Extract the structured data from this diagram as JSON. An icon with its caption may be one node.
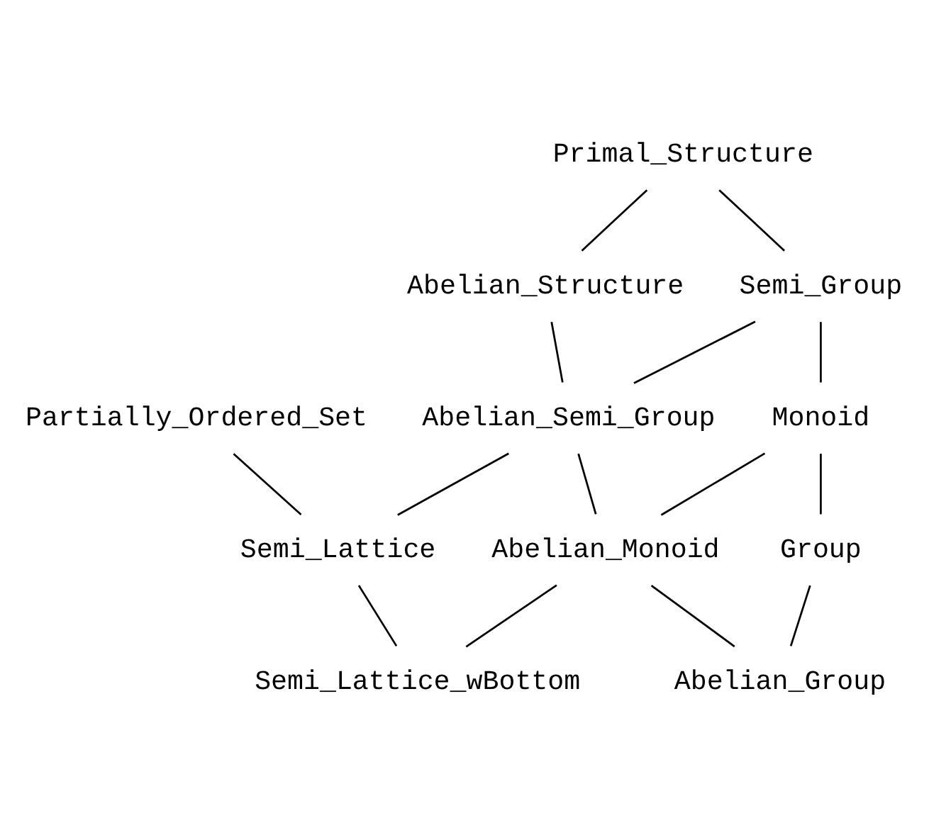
{
  "diagram": {
    "nodes": [
      {
        "text": [
          "Primal_Structure"
        ]
      },
      {
        "text": [
          "Partially_Ordered_Set"
        ]
      },
      {
        "text": [
          "Abelian_Structure"
        ]
      },
      {
        "text": [
          "Semi_Group"
        ]
      },
      {
        "text": [
          "Abelian_Semi_Group"
        ]
      },
      {
        "text": [
          "Monoid"
        ]
      },
      {
        "text": [
          "Semi_Lattice"
        ]
      },
      {
        "text": [
          "Abelian_Monoid"
        ]
      },
      {
        "text": [
          "Group"
        ]
      },
      {
        "text": [
          "Semi_Lattice_wBottom"
        ]
      },
      {
        "text": [
          "Abelian_Group"
        ]
      }
    ],
    "edges": [
      {
        "from": 0,
        "to": 2,
        "arrow": "none"
      },
      {
        "from": 0,
        "to": 3,
        "arrow": "none"
      },
      {
        "from": 2,
        "to": 4,
        "arrow": "none"
      },
      {
        "from": 3,
        "to": 4,
        "arrow": "none"
      },
      {
        "from": 3,
        "to": 5,
        "arrow": "none"
      },
      {
        "from": 1,
        "to": 6,
        "arrow": "none"
      },
      {
        "from": 4,
        "to": 6,
        "arrow": "none"
      },
      {
        "from": 4,
        "to": 7,
        "arrow": "none"
      },
      {
        "from": 5,
        "to": 7,
        "arrow": "none"
      },
      {
        "from": 5,
        "to": 8,
        "arrow": "none"
      },
      {
        "from": 6,
        "to": 9,
        "arrow": "none"
      },
      {
        "from": 7,
        "to": 9,
        "arrow": "none"
      },
      {
        "from": 7,
        "to": 10,
        "arrow": "none"
      },
      {
        "from": 8,
        "to": 10,
        "arrow": "none"
      }
    ]
  }
}
